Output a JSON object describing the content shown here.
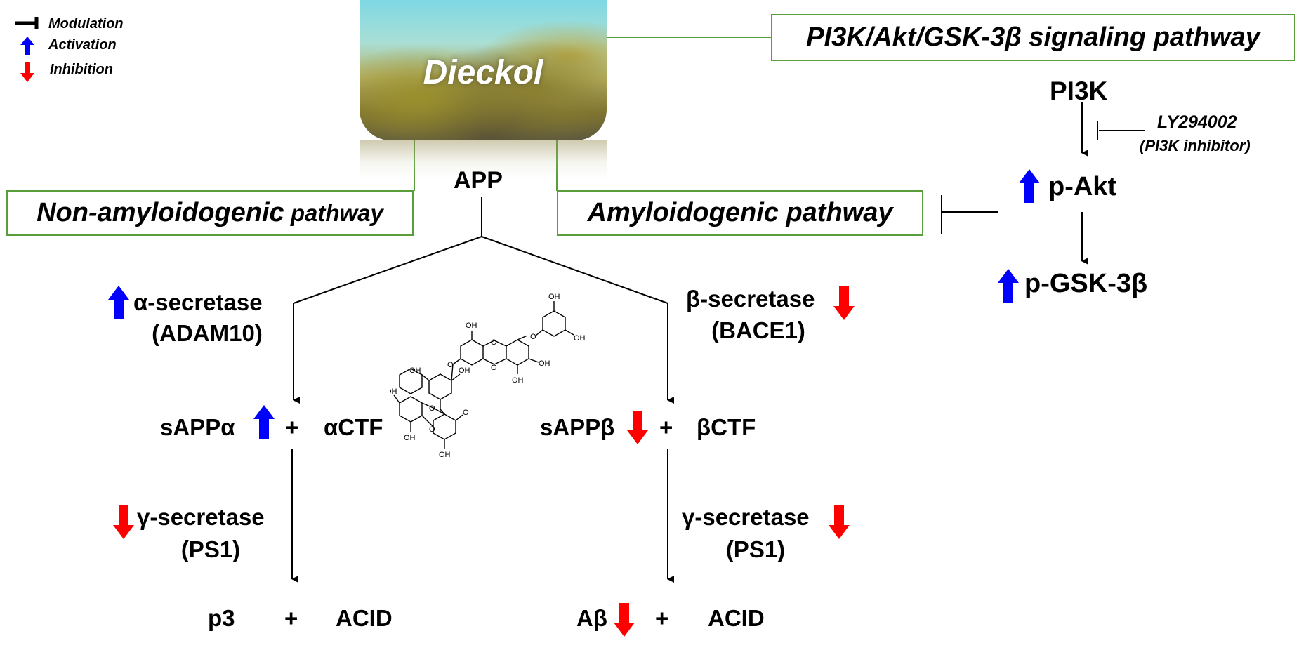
{
  "legend": {
    "modulation": "Modulation",
    "activation": "Activation",
    "inhibition": "Inhibition"
  },
  "header": {
    "compound": "Dieckol",
    "pathway_box": "PI3K/Akt/GSK-3β signaling pathway"
  },
  "signaling": {
    "pi3k": "PI3K",
    "inhibitor_name": "LY294002",
    "inhibitor_desc": "(PI3K inhibitor)",
    "pakt": "p-Akt",
    "pgsk": "p-GSK-3β"
  },
  "app": {
    "label": "APP",
    "non_amyloid_box": {
      "main": "Non-amyloidogenic",
      "sub": " pathway"
    },
    "amyloid_box": "Amyloidogenic pathway"
  },
  "non_amyloid": {
    "enzyme1": "α-secretase",
    "enzyme1_sub": "(ADAM10)",
    "product1": "sAPPα",
    "plus1": "+",
    "fragment1": "αCTF",
    "enzyme2": "γ-secretase",
    "enzyme2_sub": "(PS1)",
    "product2": "p3",
    "plus2": "+",
    "fragment2": "ACID"
  },
  "amyloid": {
    "enzyme1": "β-secretase",
    "enzyme1_sub": "(BACE1)",
    "product1": "sAPPβ",
    "plus1": "+",
    "fragment1": "βCTF",
    "enzyme2": "γ-secretase",
    "enzyme2_sub": "(PS1)",
    "product2": "Aβ",
    "plus2": "+",
    "fragment2": "ACID"
  },
  "molecule": {
    "oh_label": "OH",
    "o_label": "O"
  },
  "colors": {
    "activation": "#0000ff",
    "inhibition": "#ff0000",
    "box_border": "#5a9e3c",
    "line": "#000000"
  }
}
